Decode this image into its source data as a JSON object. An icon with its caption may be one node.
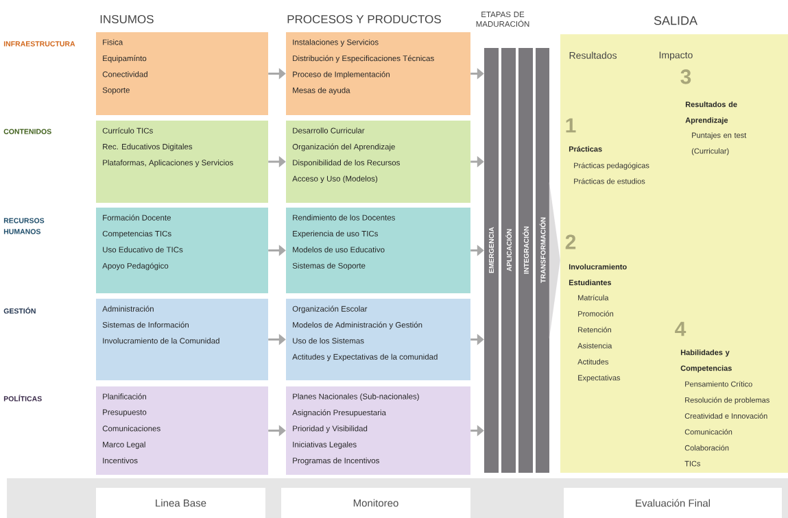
{
  "diagram": {
    "nodes": [
      {
        "text": [
          "Fisica",
          "Equipamínto",
          "Conectividad",
          "Soporte"
        ]
      },
      {
        "text": [
          "Currículo TICs",
          "Rec. Educativos Digitales",
          "Plataformas, Aplicaciones y Servicios"
        ]
      },
      {
        "text": [
          "Formación Docente",
          "Competencias TICs",
          "Uso Educativo de TICs",
          "Apoyo Pedagógico"
        ]
      },
      {
        "text": [
          "Administración",
          "Sistemas de Información",
          "Involucramiento de la Comunidad"
        ]
      },
      {
        "text": [
          "Planificación",
          "Presupuesto",
          "Comunicaciones",
          "Marco Legal",
          "Incentivos"
        ]
      },
      {
        "text": [
          "Instalaciones y Servicios",
          "Distribución y Especificaciones Técnicas",
          "Proceso de Implementación",
          "Mesas de ayuda"
        ]
      },
      {
        "text": [
          "Desarrollo Curricular",
          "Organización del Aprendizaje",
          "Disponibilidad de los Recursos",
          "Acceso y Uso (Modelos)"
        ]
      },
      {
        "text": [
          "Rendimiento de los Docentes",
          "Experiencia de uso TICs",
          "Modelos de uso Educativo",
          "Sistemas de Soporte"
        ]
      },
      {
        "text": [
          "Organización Escolar",
          "Modelos de Administración y Gestión",
          "Uso de los Sistemas",
          "Actitudes y Expectativas de la comunidad"
        ]
      },
      {
        "text": [
          "Planes Nacionales (Sub-nacionales)",
          "Asignación Presupuestaria",
          "Prioridad y Visibilidad",
          "Iniciativas Legales",
          "Programas de Incentivos"
        ]
      },
      {
        "text": [
          "EMERGENCIA"
        ]
      },
      {
        "text": [
          "APLICACIÓN"
        ]
      },
      {
        "text": [
          "INTEGRACIÓN"
        ]
      },
      {
        "text": [
          "TRANSFORMACIÓN"
        ]
      },
      {
        "text": [
          "SALIDA",
          "Resultados",
          "Impacto",
          "1",
          "Prácticas",
          "Prácticas pedagógicas",
          "Prácticas de estudios",
          "3",
          "Resultados de Aprendizaje",
          "Puntajes en test (Curricular)",
          "2",
          "Involucramiento Estudiantes",
          "Matrícula",
          "Promoción",
          "Retención",
          "Asistencia",
          "Actitudes",
          "Expectativas",
          "4",
          "Habilidades y Competencias",
          "Pensamiento Crítico",
          "Resolución de problemas",
          "Creatividad e Innovación",
          "Comunicación",
          "Colaboración",
          "TICs"
        ]
      },
      {
        "text": [],
        "shape": "bar"
      },
      {
        "text": [
          "Linea Base"
        ],
        "in": 15
      },
      {
        "text": [
          "Monitoreo"
        ],
        "in": 15
      },
      {
        "text": [
          "Evaluación Final"
        ],
        "in": 15
      }
    ],
    "edges": [
      {
        "from": 0,
        "to": 5,
        "arrow": "to"
      },
      {
        "from": 1,
        "to": 6,
        "arrow": "to"
      },
      {
        "from": 2,
        "to": 7,
        "arrow": "to"
      },
      {
        "from": 3,
        "to": 8,
        "arrow": "to"
      },
      {
        "from": 4,
        "to": 9,
        "arrow": "to"
      },
      {
        "from": 5,
        "to": 10,
        "arrow": "to"
      },
      {
        "from": 6,
        "to": 10,
        "arrow": "to"
      },
      {
        "from": 7,
        "to": 10,
        "arrow": "to"
      },
      {
        "from": 8,
        "to": 10,
        "arrow": "to"
      },
      {
        "from": 9,
        "to": 10,
        "arrow": "to"
      },
      {
        "from": 13,
        "to": 14,
        "arrow": "to"
      }
    ],
    "labels": [
      "INSUMOS",
      "PROCESOS Y PRODUCTOS",
      "ETAPAS DE MADURACIÓN",
      "INFRAESTRUCTURA",
      "CONTENIDOS",
      "RECURSOS HUMANOS",
      "GESTIÓN",
      "POLÍTICAS"
    ]
  }
}
